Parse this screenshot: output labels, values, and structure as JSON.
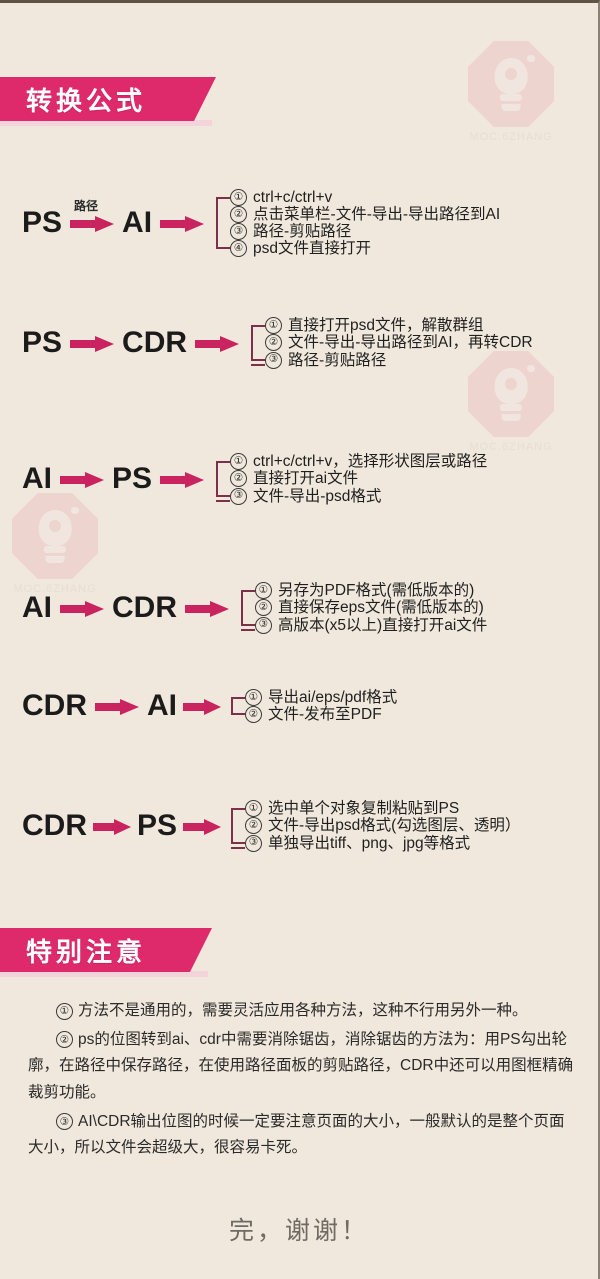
{
  "page": {
    "background_color": "#f0e8dc",
    "accent_color": "#de2a6b",
    "arrow_color": "#c92360",
    "bracket_color": "#7d3049",
    "text_color": "#1f1f1f"
  },
  "banners": {
    "formula": "转换公式",
    "notice": "特别注意"
  },
  "watermark": {
    "label": "MOC.6ZHANG",
    "icon": "lightbulb-octagon-logo"
  },
  "conversions": [
    {
      "from": "PS",
      "to": "AI",
      "path_label": "路径",
      "items": [
        {
          "num": "①",
          "text": "ctrl+c/ctrl+v"
        },
        {
          "num": "②",
          "text": "点击菜单栏-文件-导出-导出路径到AI"
        },
        {
          "num": "③",
          "text": "路径-剪贴路径"
        },
        {
          "num": "④",
          "text": "psd文件直接打开"
        }
      ]
    },
    {
      "from": "PS",
      "to": "CDR",
      "path_label": "",
      "items": [
        {
          "num": "①",
          "text": "直接打开psd文件，解散群组"
        },
        {
          "num": "②",
          "text": "文件-导出-导出路径到AI，再转CDR"
        },
        {
          "num": "③",
          "text": "路径-剪贴路径"
        }
      ]
    },
    {
      "from": "AI",
      "to": "PS",
      "path_label": "",
      "items": [
        {
          "num": "①",
          "text": "ctrl+c/ctrl+v，选择形状图层或路径"
        },
        {
          "num": "②",
          "text": "直接打开ai文件"
        },
        {
          "num": "③",
          "text": "文件-导出-psd格式"
        }
      ]
    },
    {
      "from": "AI",
      "to": "CDR",
      "path_label": "",
      "items": [
        {
          "num": "①",
          "text": "另存为PDF格式(需低版本的)"
        },
        {
          "num": "②",
          "text": "直接保存eps文件(需低版本的)"
        },
        {
          "num": "③",
          "text": "高版本(x5以上)直接打开ai文件"
        }
      ]
    },
    {
      "from": "CDR",
      "to": "AI",
      "path_label": "",
      "items": [
        {
          "num": "①",
          "text": "导出ai/eps/pdf格式"
        },
        {
          "num": "②",
          "text": "文件-发布至PDF"
        }
      ]
    },
    {
      "from": "CDR",
      "to": "PS",
      "path_label": "",
      "items": [
        {
          "num": "①",
          "text": "选中单个对象复制粘贴到PS"
        },
        {
          "num": "②",
          "text": "文件-导出psd格式(勾选图层、透明）"
        },
        {
          "num": "③",
          "text": "单独导出tiff、png、jpg等格式"
        }
      ]
    }
  ],
  "notes": [
    {
      "num": "①",
      "text": "方法不是通用的，需要灵活应用各种方法，这种不行用另外一种。"
    },
    {
      "num": "②",
      "text": "ps的位图转到ai、cdr中需要消除锯齿，消除锯齿的方法为：用PS勾出轮廓，在路径中保存路径，在使用路径面板的剪贴路径，CDR中还可以用图框精确裁剪功能。"
    },
    {
      "num": "③",
      "text": "AI\\CDR输出位图的时候一定要注意页面的大小，一般默认的是整个页面大小，所以文件会超级大，很容易卡死。"
    }
  ],
  "footer": "完，谢谢！"
}
